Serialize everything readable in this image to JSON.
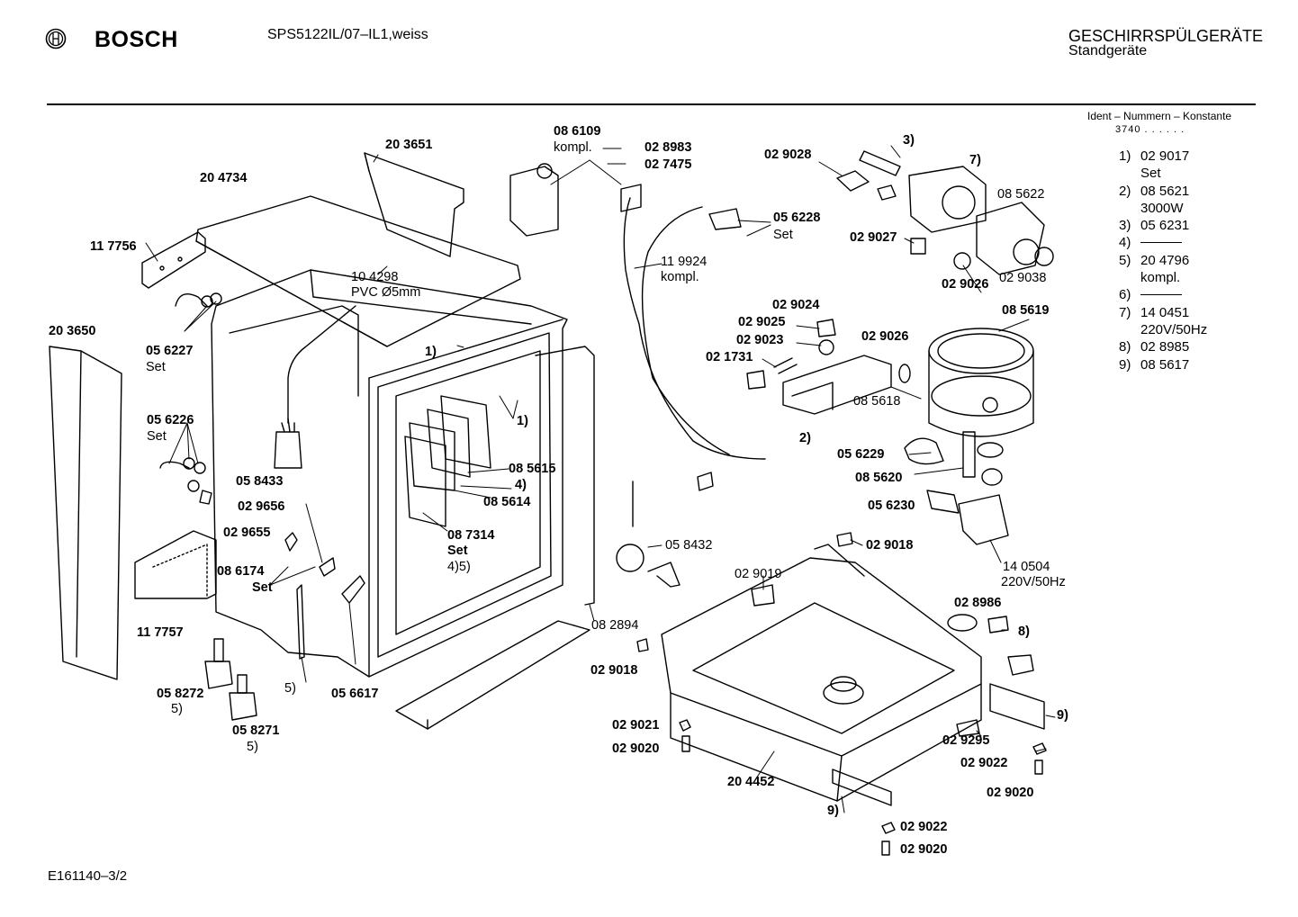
{
  "header": {
    "brand": "BOSCH",
    "model": "SPS5122IL/07–IL1,weiss",
    "category": "GESCHIRRSPÜLGERÄTE",
    "subcategory": "Standgeräte",
    "logo_icon": "bosch-armature-icon"
  },
  "ident": {
    "title": "Ident – Nummern – Konstante",
    "code": "3740 . . . . . ."
  },
  "legend": [
    {
      "key": "1)",
      "value": "02 9017",
      "note": "Set"
    },
    {
      "key": "2)",
      "value": "08 5621",
      "note": "3000W"
    },
    {
      "key": "3)",
      "value": "05 6231",
      "note": ""
    },
    {
      "key": "4)",
      "value": "",
      "note": ""
    },
    {
      "key": "5)",
      "value": "20 4796",
      "note": "kompl."
    },
    {
      "key": "6)",
      "value": "",
      "note": ""
    },
    {
      "key": "7)",
      "value": "14 0451",
      "note": "220V/50Hz"
    },
    {
      "key": "8)",
      "value": "02 8985",
      "note": ""
    },
    {
      "key": "9)",
      "value": "08 5617",
      "note": ""
    }
  ],
  "footer": "E161140–3/2",
  "parts": {
    "p203651": "20 3651",
    "p204734": "20 4734",
    "p117756": "11 7756",
    "p104298": "10 4298",
    "pvc": "PVC Ø5mm",
    "p203650": "20 3650",
    "p056227": "05 6227",
    "set1": "Set",
    "p056226": "05 6226",
    "set2": "Set",
    "p058433": "05 8433",
    "p029656": "02 9656",
    "p029655": "02 9655",
    "p086174": "08 6174",
    "set3": "Set",
    "p117757": "11 7757",
    "p058272": "05 8272",
    "n5a": "5)",
    "p058271": "05 8271",
    "n5b": "5)",
    "n5c": "5)",
    "p056617": "05 6617",
    "n1a": "1)",
    "n1b": "1)",
    "p085615": "08 5615",
    "n4a": "4)",
    "p085614": "08 5614",
    "p087314": "08 7314",
    "set4": "Set",
    "n45": "4)5)",
    "p082894": "08 2894",
    "p086109": "08 6109",
    "kompl1": "kompl.",
    "p028983": "02 8983",
    "p027475": "02 7475",
    "p119924": "11 9924",
    "kompl2": "kompl.",
    "p056228": "05 6228",
    "set5": "Set",
    "p029028": "02 9028",
    "n3": "3)",
    "n7": "7)",
    "p085622": "08 5622",
    "p029027": "02 9027",
    "p029026a": "02 9026",
    "p029038": "02 9038",
    "p029024": "02 9024",
    "p029025": "02 9025",
    "p029023": "02 9023",
    "p021731": "02 1731",
    "p029026b": "02 9026",
    "p085619": "08 5619",
    "p085618": "08 5618",
    "n2": "2)",
    "p056229": "05 6229",
    "p085620": "08 5620",
    "p056230": "05 6230",
    "p140504": "14 0504",
    "v220": "220V/50Hz",
    "p058432": "05 8432",
    "p029018a": "02 9018",
    "p029019": "02 9019",
    "p029018b": "02 9018",
    "p028986": "02 8986",
    "n8": "8)",
    "p029021": "02 9021",
    "p029020a": "02 9020",
    "p204452": "20 4452",
    "n9a": "9)",
    "p029295": "02 9295",
    "n9b": "9)",
    "p029022a": "02 9022",
    "p029020b": "02 9020",
    "p029022b": "02 9022",
    "p029020c": "02 9020"
  }
}
